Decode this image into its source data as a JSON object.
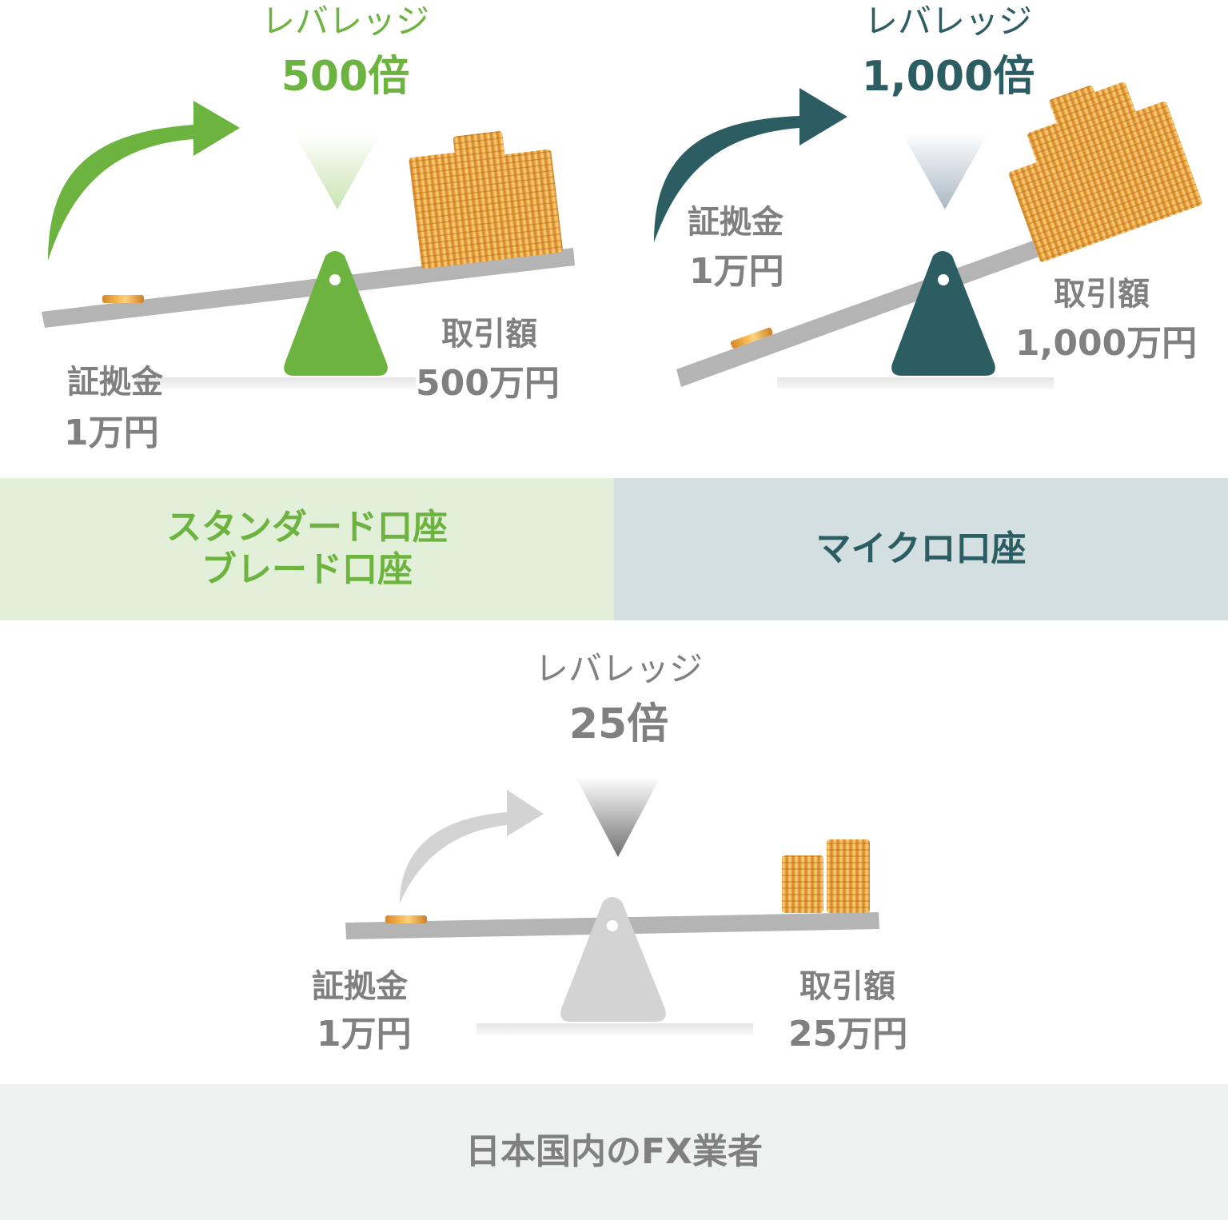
{
  "colors": {
    "green": "#6DB33F",
    "green_band": "#E2F0D9",
    "teal": "#2B5D63",
    "teal_band": "#D4DFE1",
    "gray_text": "#808080",
    "gray_band": "#EFF1F1",
    "coin": "#F0A637",
    "beam": "#B4B4B4"
  },
  "panels": {
    "standard": {
      "leverage_word": "レバレッジ",
      "leverage_multiplier": "500倍",
      "margin_label": "証拠金",
      "margin_value": "1万円",
      "trade_label": "取引額",
      "trade_value": "500万円"
    },
    "micro": {
      "leverage_word": "レバレッジ",
      "leverage_multiplier": "1,000倍",
      "margin_label": "証拠金",
      "margin_value": "1万円",
      "trade_label": "取引額",
      "trade_value": "1,000万円"
    },
    "domestic": {
      "leverage_word": "レバレッジ",
      "leverage_multiplier": "25倍",
      "margin_label": "証拠金",
      "margin_value": "1万円",
      "trade_label": "取引額",
      "trade_value": "25万円"
    }
  },
  "bands": {
    "standard_lines": [
      "スタンダード口座",
      "ブレード口座"
    ],
    "micro": "マイクロ口座",
    "domestic": "日本国内のFX業者"
  },
  "icons": [
    "curved-arrow-icon",
    "down-triangle-icon",
    "seesaw-icon",
    "coin-stack-icon"
  ]
}
